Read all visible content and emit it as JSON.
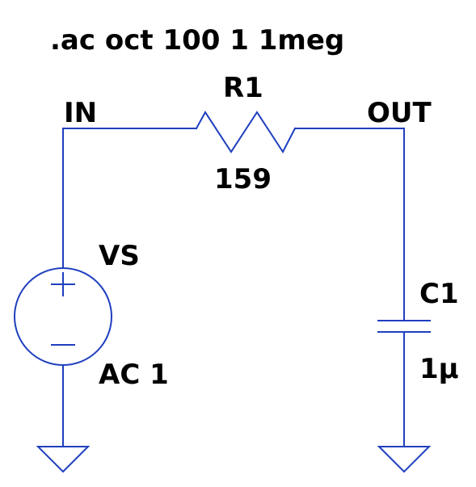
{
  "colors": {
    "wire": "#1f3fbf",
    "text": "#000000",
    "background": "#ffffff"
  },
  "directive": ".ac oct 100 1 1meg",
  "nets": {
    "input": "IN",
    "output": "OUT"
  },
  "components": {
    "resistor": {
      "name": "R1",
      "value": "159",
      "icon": "resistor-zigzag"
    },
    "source": {
      "name": "VS",
      "value": "AC 1",
      "icon": "voltage-source-circle"
    },
    "capacitor": {
      "name": "C1",
      "value": "1μ",
      "icon": "capacitor-plates"
    }
  },
  "grounds": [
    "ground-symbol",
    "ground-symbol"
  ]
}
